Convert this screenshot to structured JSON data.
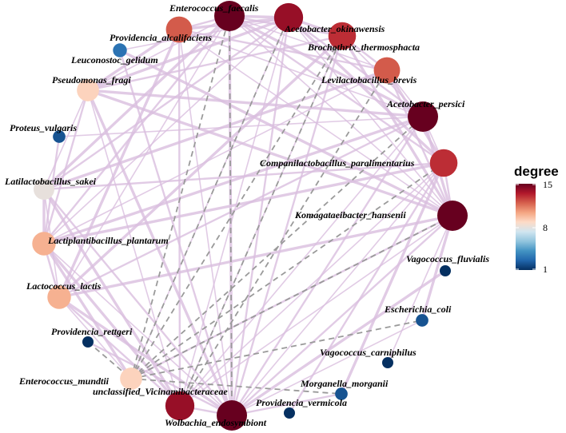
{
  "network": {
    "nodes": [
      {
        "id": "enterococcus_faecalis",
        "label": "Enterococcus_faecalis",
        "degree": 15
      },
      {
        "id": "acetobacter_okinawensis",
        "label": "Acetobacter_okinawensis",
        "degree": 14
      },
      {
        "id": "brochothrix",
        "label": "Brochothrix_thermosphacta",
        "degree": 13
      },
      {
        "id": "levilactobacillus_brevis",
        "label": "Levilactobacillus_brevis",
        "degree": 12
      },
      {
        "id": "acetobacter_persici",
        "label": "Acetobacter_persici",
        "degree": 15
      },
      {
        "id": "companilactobacillus",
        "label": "Companilactobacillus_paralimentarius",
        "degree": 13
      },
      {
        "id": "komagataeibacter",
        "label": "Komagataeibacter_hansenii",
        "degree": 15
      },
      {
        "id": "vagococcus_fluvialis",
        "label": "Vagococcus_fluvialis",
        "degree": 1
      },
      {
        "id": "escherichia_coli",
        "label": "Escherichia_coli",
        "degree": 2
      },
      {
        "id": "vagococcus_carniphilus",
        "label": "Vagococcus_carniphilus",
        "degree": 1
      },
      {
        "id": "morganella_morganii",
        "label": "Morganella_morganii",
        "degree": 2
      },
      {
        "id": "providencia_vermicola",
        "label": "Providencia_vermicola",
        "degree": 1
      },
      {
        "id": "wolbachia",
        "label": "Wolbachia_endosymbiont",
        "degree": 15
      },
      {
        "id": "vicinamibacteraceae",
        "label": "unclassified_Vicinamibacteraceae",
        "degree": 14
      },
      {
        "id": "enterococcus_mundtii",
        "label": "Enterococcus_mundtii",
        "degree": 9
      },
      {
        "id": "providencia_rettgeri",
        "label": "Providencia_rettgeri",
        "degree": 1
      },
      {
        "id": "lactococcus_lactis",
        "label": "Lactococcus_lactis",
        "degree": 10
      },
      {
        "id": "lactiplantibacillus",
        "label": "Lactiplantibacillus_plantarum",
        "degree": 10
      },
      {
        "id": "latilactobacillus_sakei",
        "label": "Latilactobacillus_sakei",
        "degree": 8
      },
      {
        "id": "proteus_vulgaris",
        "label": "Proteus_vulgaris",
        "degree": 2
      },
      {
        "id": "pseudomonas_fragi",
        "label": "Pseudomonas_fragi",
        "degree": 9
      },
      {
        "id": "leuconostoc_gelidum",
        "label": "Leuconostoc_gelidum",
        "degree": 3
      },
      {
        "id": "providencia_alcalifaciens",
        "label": "Providencia_alcalifaciens",
        "degree": 12
      }
    ],
    "positive_edges": [
      [
        "enterococcus_faecalis",
        "acetobacter_okinawensis"
      ],
      [
        "enterococcus_faecalis",
        "brochothrix"
      ],
      [
        "enterococcus_faecalis",
        "levilactobacillus_brevis"
      ],
      [
        "enterococcus_faecalis",
        "acetobacter_persici"
      ],
      [
        "enterococcus_faecalis",
        "companilactobacillus"
      ],
      [
        "enterococcus_faecalis",
        "komagataeibacter"
      ],
      [
        "enterococcus_faecalis",
        "wolbachia"
      ],
      [
        "enterococcus_faecalis",
        "lactiplantibacillus"
      ],
      [
        "enterococcus_faecalis",
        "pseudomonas_fragi"
      ],
      [
        "enterococcus_faecalis",
        "latilactobacillus_sakei"
      ],
      [
        "enterococcus_faecalis",
        "providencia_alcalifaciens"
      ],
      [
        "enterococcus_faecalis",
        "lactococcus_lactis"
      ],
      [
        "acetobacter_okinawensis",
        "brochothrix"
      ],
      [
        "acetobacter_okinawensis",
        "acetobacter_persici"
      ],
      [
        "acetobacter_okinawensis",
        "komagataeibacter"
      ],
      [
        "acetobacter_okinawensis",
        "companilactobacillus"
      ],
      [
        "acetobacter_okinawensis",
        "wolbachia"
      ],
      [
        "acetobacter_okinawensis",
        "vicinamibacteraceae"
      ],
      [
        "acetobacter_okinawensis",
        "pseudomonas_fragi"
      ],
      [
        "acetobacter_okinawensis",
        "latilactobacillus_sakei"
      ],
      [
        "acetobacter_okinawensis",
        "lactiplantibacillus"
      ],
      [
        "acetobacter_okinawensis",
        "providencia_alcalifaciens"
      ],
      [
        "brochothrix",
        "levilactobacillus_brevis"
      ],
      [
        "brochothrix",
        "acetobacter_persici"
      ],
      [
        "brochothrix",
        "komagataeibacter"
      ],
      [
        "brochothrix",
        "wolbachia"
      ],
      [
        "brochothrix",
        "vicinamibacteraceae"
      ],
      [
        "brochothrix",
        "lactococcus_lactis"
      ],
      [
        "brochothrix",
        "pseudomonas_fragi"
      ],
      [
        "levilactobacillus_brevis",
        "acetobacter_persici"
      ],
      [
        "levilactobacillus_brevis",
        "companilactobacillus"
      ],
      [
        "levilactobacillus_brevis",
        "komagataeibacter"
      ],
      [
        "levilactobacillus_brevis",
        "lactiplantibacillus"
      ],
      [
        "levilactobacillus_brevis",
        "latilactobacillus_sakei"
      ],
      [
        "levilactobacillus_brevis",
        "providencia_alcalifaciens"
      ],
      [
        "acetobacter_persici",
        "companilactobacillus"
      ],
      [
        "acetobacter_persici",
        "komagataeibacter"
      ],
      [
        "acetobacter_persici",
        "wolbachia"
      ],
      [
        "acetobacter_persici",
        "vicinamibacteraceae"
      ],
      [
        "acetobacter_persici",
        "lactiplantibacillus"
      ],
      [
        "acetobacter_persici",
        "lactococcus_lactis"
      ],
      [
        "acetobacter_persici",
        "providencia_alcalifaciens"
      ],
      [
        "acetobacter_persici",
        "pseudomonas_fragi"
      ],
      [
        "companilactobacillus",
        "komagataeibacter"
      ],
      [
        "companilactobacillus",
        "wolbachia"
      ],
      [
        "companilactobacillus",
        "lactiplantibacillus"
      ],
      [
        "companilactobacillus",
        "latilactobacillus_sakei"
      ],
      [
        "companilactobacillus",
        "vicinamibacteraceae"
      ],
      [
        "companilactobacillus",
        "morganella_morganii"
      ],
      [
        "komagataeibacter",
        "wolbachia"
      ],
      [
        "komagataeibacter",
        "vicinamibacteraceae"
      ],
      [
        "komagataeibacter",
        "lactococcus_lactis"
      ],
      [
        "komagataeibacter",
        "enterococcus_mundtii"
      ],
      [
        "komagataeibacter",
        "providencia_alcalifaciens"
      ],
      [
        "komagataeibacter",
        "pseudomonas_fragi"
      ],
      [
        "wolbachia",
        "vicinamibacteraceae"
      ],
      [
        "wolbachia",
        "lactiplantibacillus"
      ],
      [
        "wolbachia",
        "lactococcus_lactis"
      ],
      [
        "wolbachia",
        "latilactobacillus_sakei"
      ],
      [
        "wolbachia",
        "providencia_alcalifaciens"
      ],
      [
        "wolbachia",
        "pseudomonas_fragi"
      ],
      [
        "wolbachia",
        "morganella_morganii"
      ],
      [
        "wolbachia",
        "escherichia_coli"
      ],
      [
        "vicinamibacteraceae",
        "lactiplantibacillus"
      ],
      [
        "vicinamibacteraceae",
        "lactococcus_lactis"
      ],
      [
        "vicinamibacteraceae",
        "pseudomonas_fragi"
      ],
      [
        "vicinamibacteraceae",
        "latilactobacillus_sakei"
      ],
      [
        "vicinamibacteraceae",
        "providencia_alcalifaciens"
      ],
      [
        "enterococcus_mundtii",
        "lactococcus_lactis"
      ],
      [
        "enterococcus_mundtii",
        "lactiplantibacillus"
      ],
      [
        "lactococcus_lactis",
        "lactiplantibacillus"
      ],
      [
        "lactococcus_lactis",
        "latilactobacillus_sakei"
      ],
      [
        "lactiplantibacillus",
        "latilactobacillus_sakei"
      ],
      [
        "lactiplantibacillus",
        "pseudomonas_fragi"
      ],
      [
        "latilactobacillus_sakei",
        "pseudomonas_fragi"
      ],
      [
        "pseudomonas_fragi",
        "providencia_alcalifaciens"
      ],
      [
        "proteus_vulgaris",
        "lactiplantibacillus"
      ],
      [
        "proteus_vulgaris",
        "acetobacter_persici"
      ],
      [
        "leuconostoc_gelidum",
        "komagataeibacter"
      ],
      [
        "leuconostoc_gelidum",
        "wolbachia"
      ],
      [
        "leuconostoc_gelidum",
        "acetobacter_okinawensis"
      ],
      [
        "providencia_alcalifaciens",
        "lactococcus_lactis"
      ],
      [
        "providencia_rettgeri",
        "wolbachia"
      ],
      [
        "vagococcus_carniphilus",
        "komagataeibacter"
      ],
      [
        "vagococcus_fluvialis",
        "wolbachia"
      ],
      [
        "providencia_vermicola",
        "companilactobacillus"
      ],
      [
        "enterococcus_mundtii",
        "acetobacter_okinawensis"
      ],
      [
        "escherichia_coli",
        "komagataeibacter"
      ]
    ],
    "negative_edges": [
      [
        "enterococcus_mundtii",
        "acetobacter_persici"
      ],
      [
        "enterococcus_mundtii",
        "companilactobacillus"
      ],
      [
        "enterococcus_mundtii",
        "komagataeibacter"
      ],
      [
        "enterococcus_mundtii",
        "brochothrix"
      ],
      [
        "enterococcus_mundtii",
        "enterococcus_faecalis"
      ],
      [
        "enterococcus_mundtii",
        "escherichia_coli"
      ],
      [
        "enterococcus_mundtii",
        "morganella_morganii"
      ],
      [
        "enterococcus_mundtii",
        "acetobacter_okinawensis"
      ],
      [
        "vicinamibacteraceae",
        "brochothrix"
      ],
      [
        "vicinamibacteraceae",
        "levilactobacillus_brevis"
      ],
      [
        "wolbachia",
        "enterococcus_faecalis"
      ],
      [
        "providencia_rettgeri",
        "enterococcus_mundtii"
      ]
    ]
  },
  "legend": {
    "title": "degree",
    "ticks": [
      15,
      8,
      1
    ],
    "colors": [
      "#67001f",
      "#b2182b",
      "#d6604d",
      "#f4a582",
      "#fddbc7",
      "#d1e5f0",
      "#92c5de",
      "#4393c3",
      "#2166ac",
      "#053061"
    ]
  },
  "colors": {
    "edge_positive": "#d9bedf",
    "edge_negative": "#9a9a9a"
  }
}
